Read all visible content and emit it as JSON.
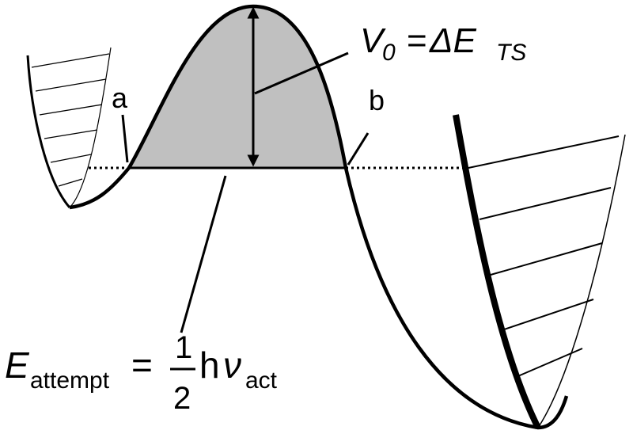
{
  "labels": {
    "point_a": "a",
    "point_b": "b",
    "barrier_v": "V",
    "barrier_v_sub": "0",
    "barrier_eq": "=",
    "barrier_delta_e": "ΔE",
    "barrier_ts_sub": "TS",
    "attempt_e": "E",
    "attempt_sub": "attempt",
    "attempt_eq": "=",
    "frac_num": "1",
    "frac_den": "2",
    "h": "h",
    "nu": "ν",
    "nu_sub": "act"
  },
  "colors": {
    "line": "#000000",
    "barrier_fill": "#c0c0c0",
    "background": "#ffffff"
  }
}
